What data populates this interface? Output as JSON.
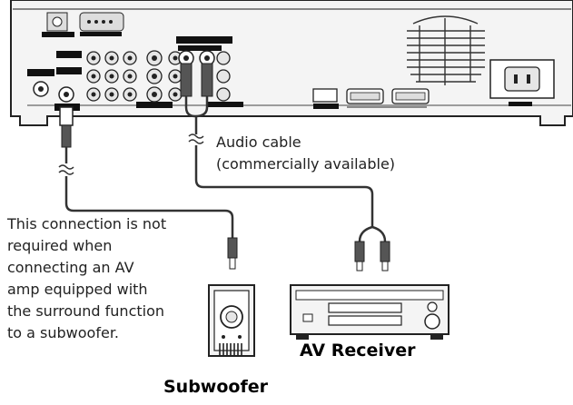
{
  "labels": {
    "audio_cable_line1": "Audio cable",
    "audio_cable_line2": "(commercially available)",
    "subwoofer": "Subwoofer",
    "av_receiver": "AV Receiver"
  },
  "note": {
    "lines": [
      "This connection is not",
      "required when",
      "connecting an AV",
      "amp equipped with",
      "the surround function",
      "to a subwoofer."
    ]
  },
  "colors": {
    "outline": "#222222",
    "panel_fill": "#f4f4f4",
    "label_block": "#111111",
    "cable": "#333333"
  }
}
